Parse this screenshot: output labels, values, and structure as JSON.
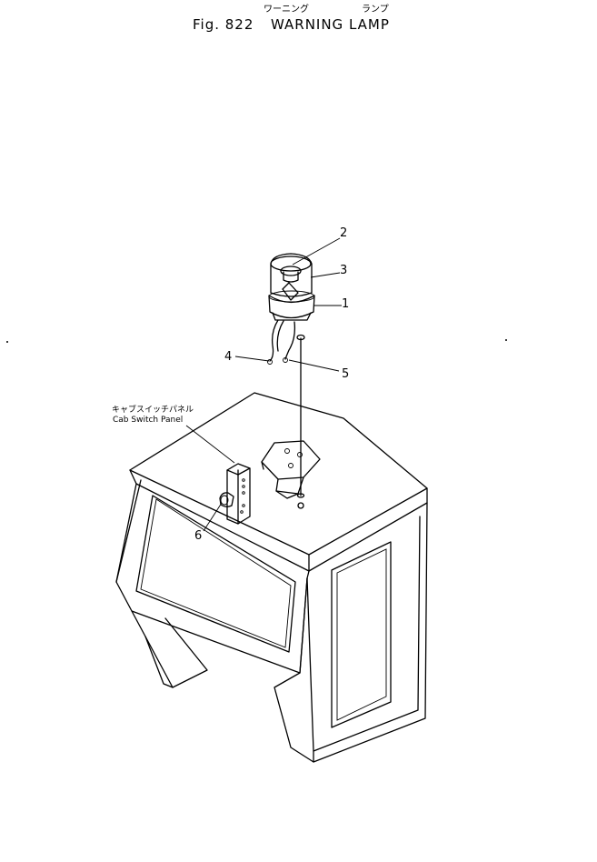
{
  "header": {
    "figure": "Fig. 822",
    "title": "WARNING LAMP",
    "kana_left": "ワーニング",
    "kana_right": "ランプ"
  },
  "callouts": [
    {
      "number": "1"
    },
    {
      "number": "2"
    },
    {
      "number": "3"
    },
    {
      "number": "4"
    },
    {
      "number": "5"
    },
    {
      "number": "6"
    }
  ],
  "panel_label": {
    "kana": "キャブスイッチパネル",
    "english": "Cab Switch Panel"
  }
}
